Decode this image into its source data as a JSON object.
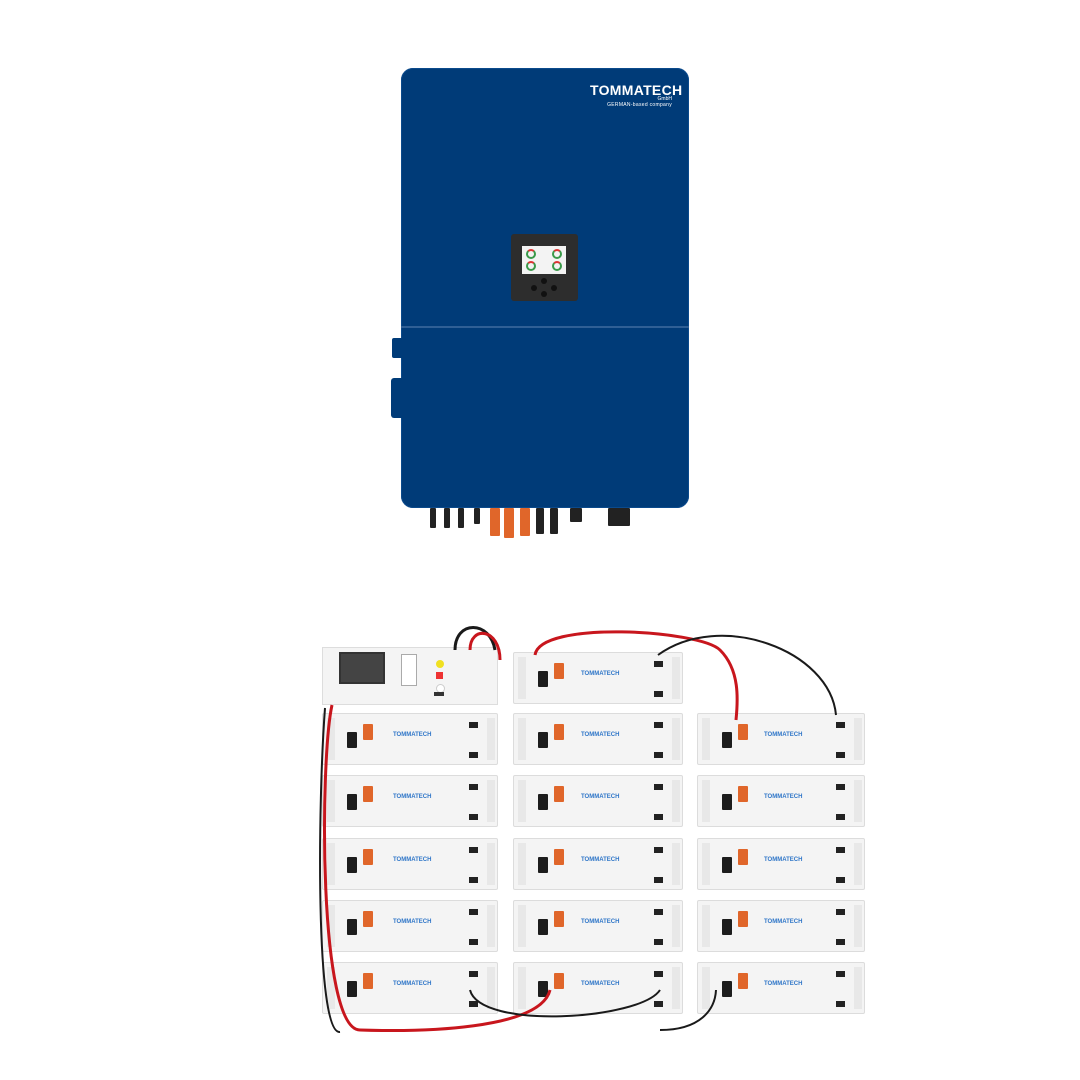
{
  "inverter": {
    "brand": "TOMMATECH",
    "brand_suffix": "GmbH",
    "tagline": "GERMAN-based company",
    "body_color": "#003b78"
  },
  "battery_stack": {
    "module_brand": "TOMMATECH",
    "columns": [
      {
        "modules": 5,
        "has_control_box": true
      },
      {
        "modules": 6,
        "has_control_box": false
      },
      {
        "modules": 5,
        "has_control_box": false
      }
    ],
    "cable_colors": {
      "positive": "#c8161d",
      "negative": "#1a1a1a",
      "connector": "#e0662a"
    }
  }
}
